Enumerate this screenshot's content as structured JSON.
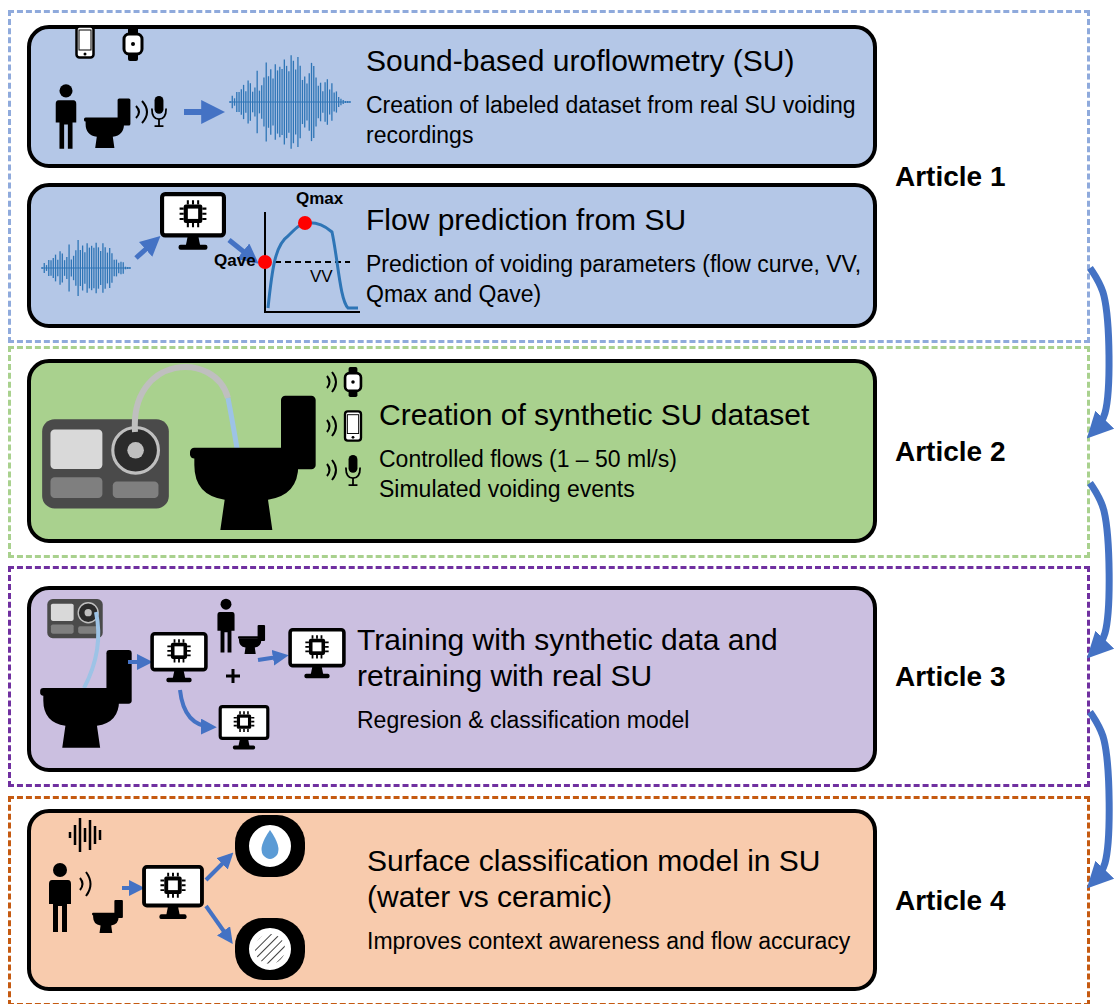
{
  "diagram": {
    "nodes": [
      {
        "text": [
          "Article 1"
        ]
      },
      {
        "text": [
          "Sound-based uroflowmetry (SU)",
          "Creation of labeled dataset from real SU voiding recordings"
        ],
        "in": 0
      },
      {
        "text": [
          "Flow prediction from SU",
          "Prediction of voiding parameters (flow curve, VV, Qmax and Qave)"
        ],
        "in": 0
      },
      {
        "text": [
          "Article 2"
        ]
      },
      {
        "text": [
          "Creation of synthetic SU dataset",
          "Controlled flows (1 – 50 ml/s)",
          "Simulated voiding events"
        ],
        "in": 3
      },
      {
        "text": [
          "Article 3"
        ]
      },
      {
        "text": [
          "Training with synthetic data and retraining with real SU",
          "Regresion & classification model"
        ],
        "in": 5
      },
      {
        "text": [
          "Article 4"
        ]
      },
      {
        "text": [
          "Surface classification model in SU (water vs ceramic)",
          "Improves context awareness and flow accuracy"
        ],
        "in": 7
      }
    ],
    "edges": [
      {
        "from": 0,
        "to": 3,
        "arrow": "to"
      },
      {
        "from": 3,
        "to": 5,
        "arrow": "to"
      },
      {
        "from": 5,
        "to": 7,
        "arrow": "to"
      }
    ],
    "labels": [
      "Qmax",
      "Qave",
      "VV"
    ]
  }
}
